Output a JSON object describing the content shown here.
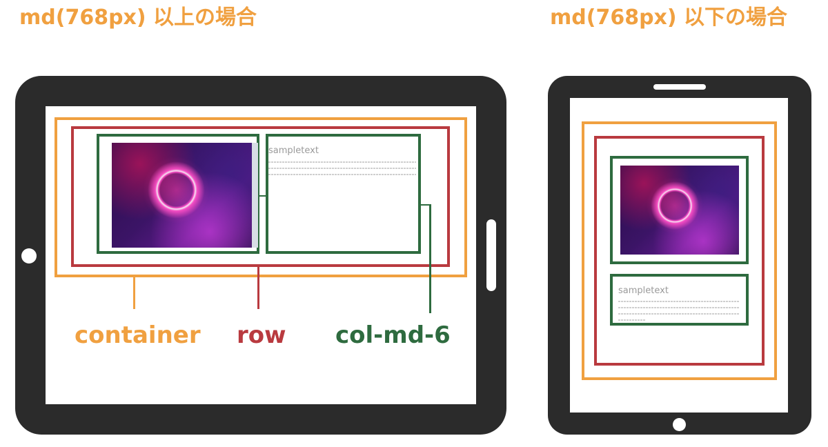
{
  "headings": {
    "left": "md(768px) 以上の場合",
    "right": "md(768px) 以下の場合"
  },
  "labels": {
    "container": "container",
    "row": "row",
    "col": "col-md-6"
  },
  "sample": {
    "title": "sampletext"
  },
  "colors": {
    "container": "#f0a040",
    "row": "#b93a3f",
    "col": "#2e6b3f",
    "device": "#2b2b2b"
  },
  "icons": {
    "tablet": "tablet-device",
    "image": "space-ring-photo"
  }
}
